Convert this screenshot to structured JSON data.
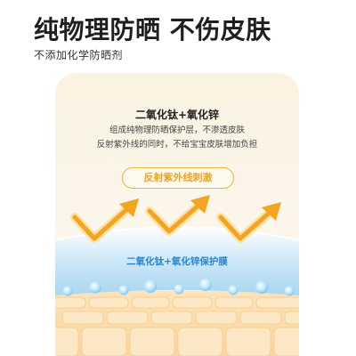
{
  "header": {
    "title": "纯物理防晒 不伤皮肤",
    "subtitle": "不添加化学防晒剂"
  },
  "panel": {
    "title": "二氧化钛+氧化锌",
    "description_line1": "组成纯物理防晒保护层，不渗透皮肤",
    "description_line2": "反射紫外线的同时，不给宝宝皮肤增加负担",
    "badge": "反射紫外线刺激",
    "layer_label": "二氧化钛+氧化锌保护膜"
  },
  "colors": {
    "accent_orange": "#f4a51f",
    "accent_blue": "#2a84cf",
    "panel_bg": "#fbf3e4",
    "skin_cell": "#fbd9a1"
  },
  "illustration": {
    "arrow_count": 3,
    "bubble_count": 9,
    "icons": [
      "uv-reflection-arrow-icon",
      "protective-film",
      "water-bubble-icon",
      "skin-cell-layer"
    ]
  }
}
